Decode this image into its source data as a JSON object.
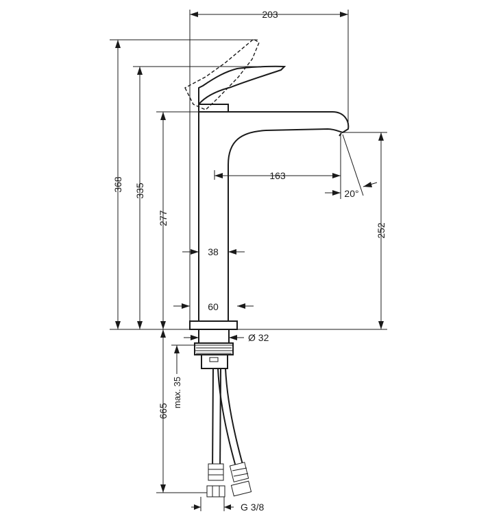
{
  "dimensions": {
    "total_width": "203",
    "height_lever_raised": "368",
    "height_lever": "335",
    "height_body": "277",
    "spout_reach": "163",
    "spout_angle": "20°",
    "spout_height": "252",
    "body_width": "38",
    "base_width": "60",
    "shank_diameter": "Ø 32",
    "hose_length": "665",
    "max_countertop": "max. 35",
    "connection_thread": "G 3/8"
  },
  "colors": {
    "line": "#1a1a1a",
    "background": "#ffffff"
  }
}
